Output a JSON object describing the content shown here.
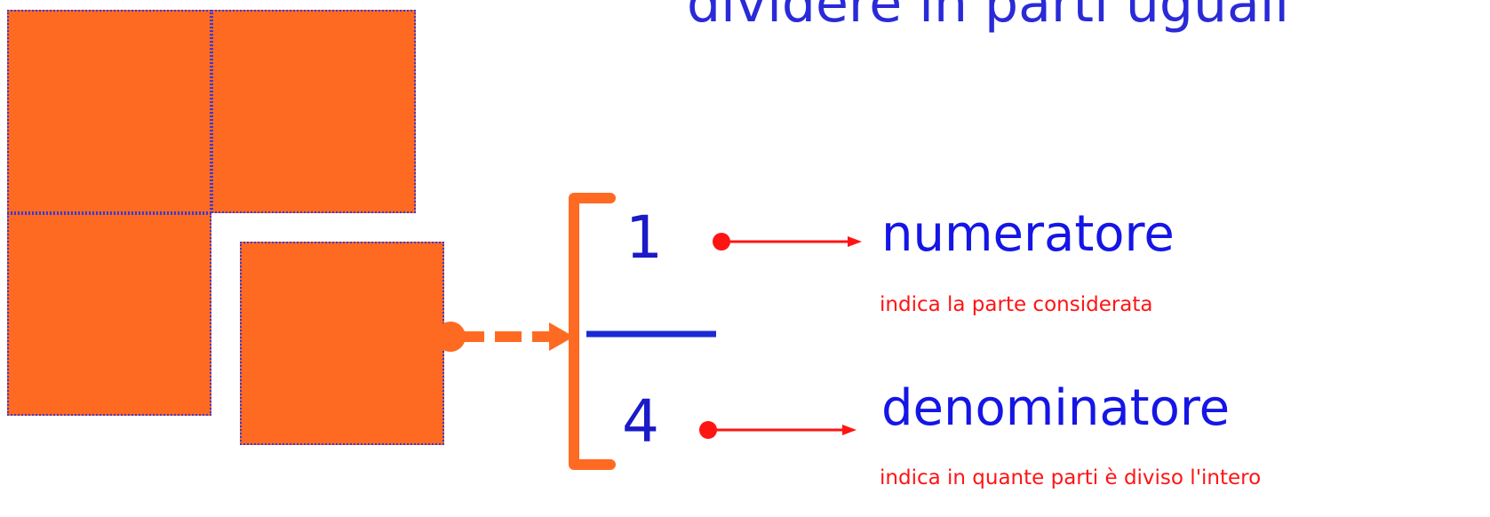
{
  "title": "dividere in parti uguali",
  "colors": {
    "square_fill": "#ff6a22",
    "square_border": "#3a3ad6",
    "fraction_bar": "#1a2bd6",
    "bracket": "#ff6a22",
    "pointer": "#ff1414",
    "label_text": "#1515e6",
    "description_text": "#ff1414"
  },
  "fraction": {
    "numerator": {
      "value": "1",
      "term": "numeratore",
      "description": "indica la parte considerata"
    },
    "denominator": {
      "value": "4",
      "term": "denominatore",
      "description": "indica in quante parti è diviso l'intero"
    }
  }
}
